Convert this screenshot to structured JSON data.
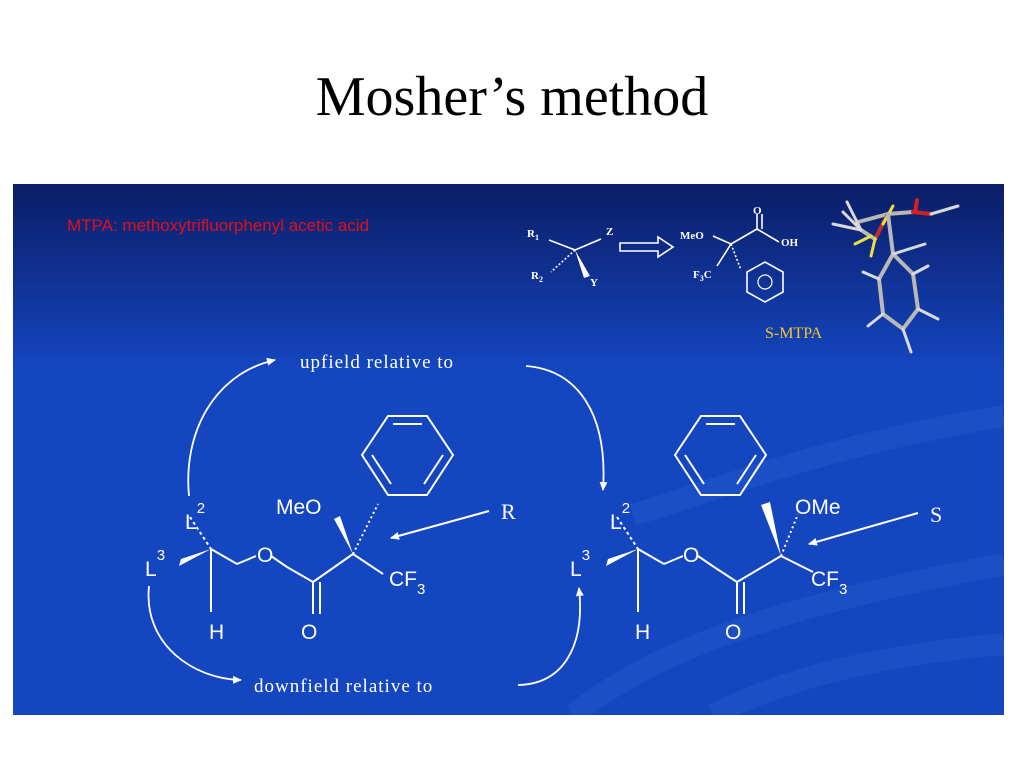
{
  "slide": {
    "title": "Mosher’s method"
  },
  "colors": {
    "background_dark": "#0b1d66",
    "background_light": "#1446c0",
    "line": "#ffffff",
    "caption_red": "#e0101a",
    "label_yellow": "#f4c430"
  },
  "header_block": {
    "caption": "MTPA: methoxytrifluorphenyl acetic acid",
    "generic_substituents": {
      "r1": "R",
      "r1_sub": "1",
      "r2": "R",
      "r2_sub": "2",
      "z": "Z",
      "y": "Y"
    },
    "arrow_icon": "double-outline-arrow",
    "reagent_groups": {
      "carbonyl_o": "O",
      "oh": "OH",
      "meo": "MeO",
      "cf3_prefix": "F",
      "cf3_sub": "3",
      "cf3_suffix": "C"
    },
    "reagent_name": "S-MTPA",
    "model_3d": "ball-and-stick-model-icon"
  },
  "ester_left": {
    "l2": "L",
    "l2_sup": "2",
    "l3": "L",
    "l3_sup": "3",
    "h": "H",
    "ester_o": "O",
    "carbonyl_o": "O",
    "meo": "MeO",
    "cf3": "CF",
    "cf3_sub": "3",
    "config_label": "R"
  },
  "ester_right": {
    "l2": "L",
    "l2_sup": "2",
    "l3": "L",
    "l3_sup": "3",
    "h": "H",
    "ester_o": "O",
    "carbonyl_o": "O",
    "ome": "OMe",
    "cf3": "CF",
    "cf3_sub": "3",
    "config_label": "S"
  },
  "shift_labels": {
    "upfield": "upfield relative to",
    "downfield": "downfield relative to"
  }
}
